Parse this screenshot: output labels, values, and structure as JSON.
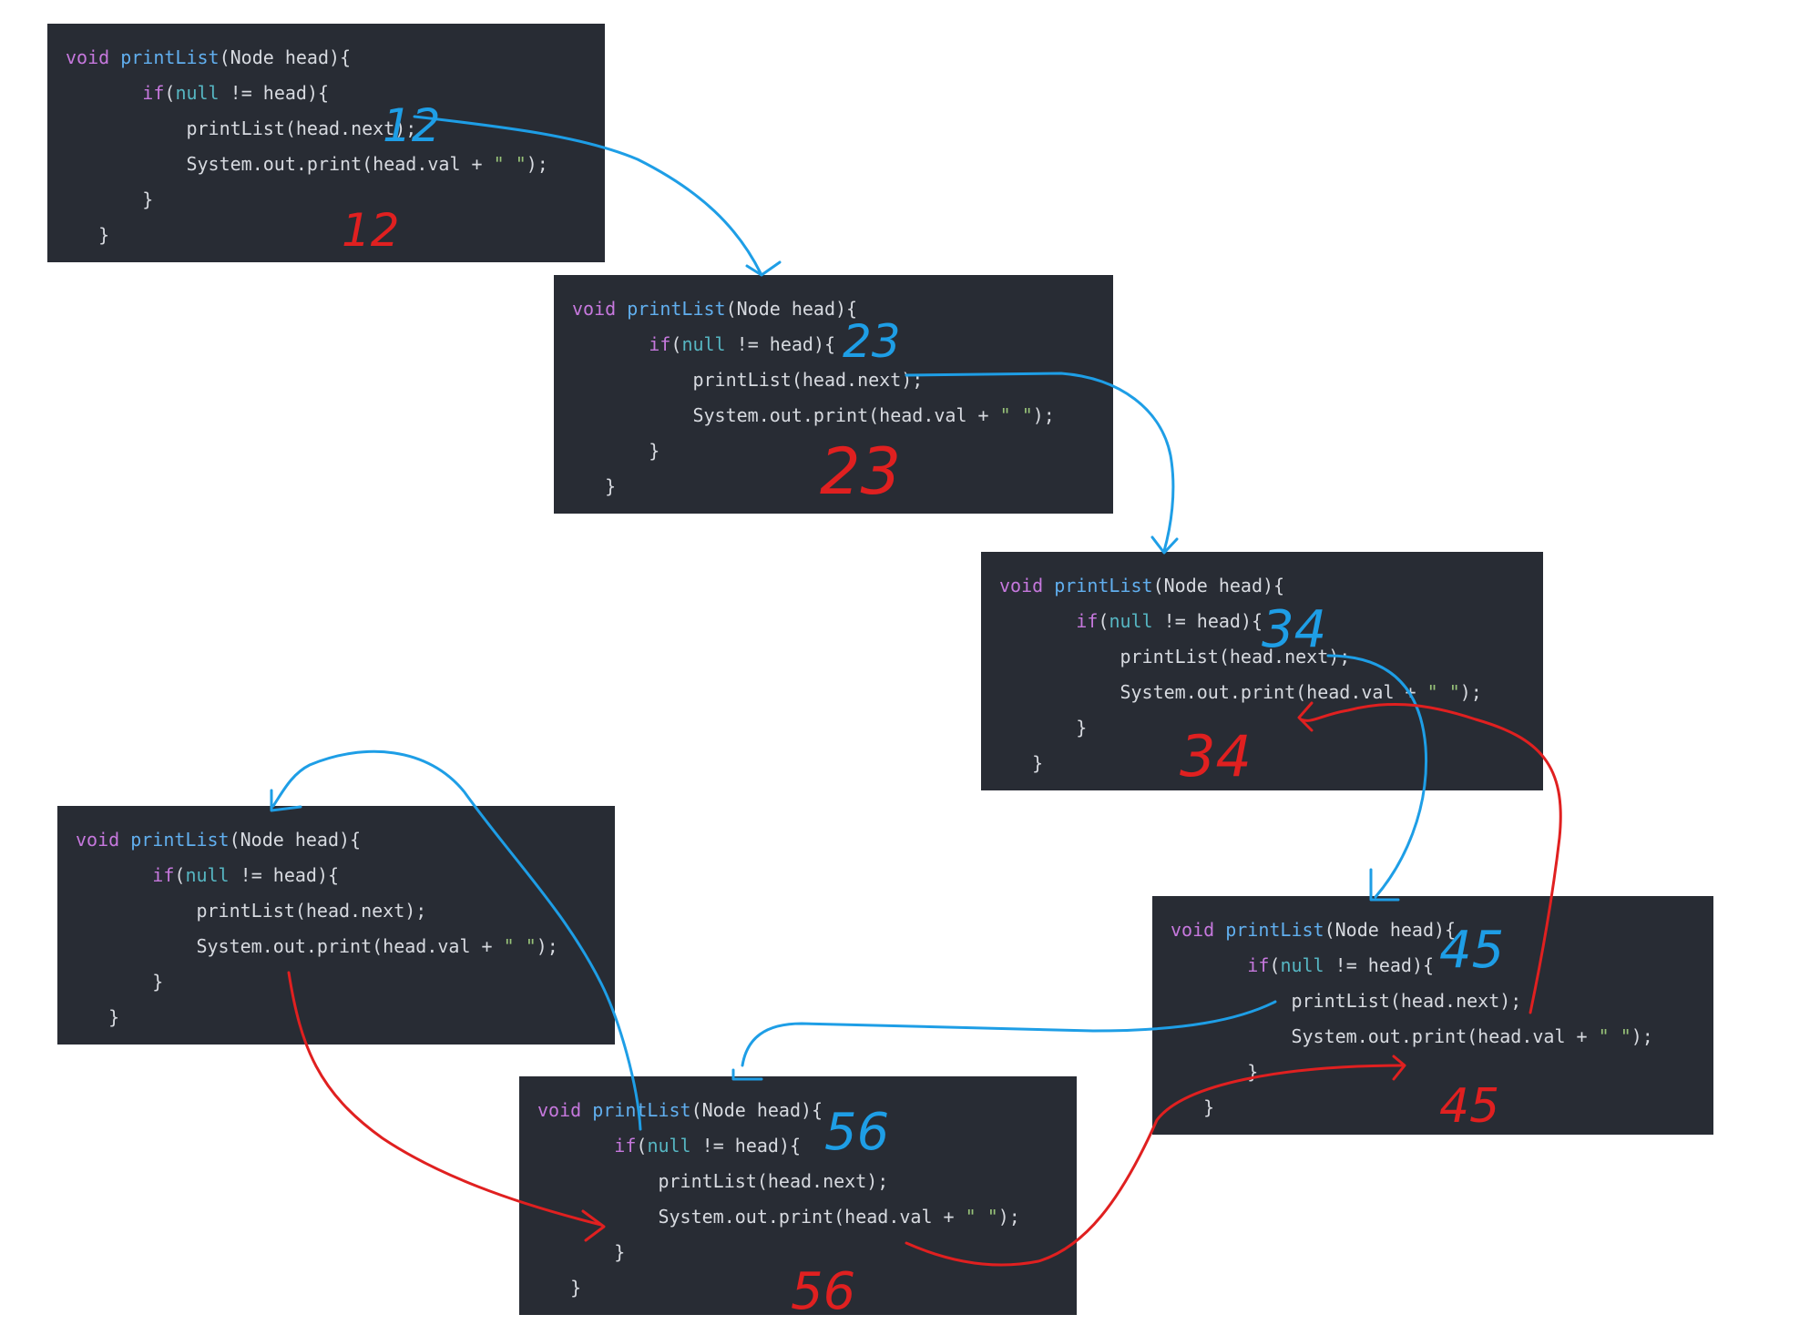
{
  "code": {
    "l1_void": "void ",
    "l1_fn": "printList",
    "l1_rest": "(Node head){",
    "l2_if": "if",
    "l2_p": "(",
    "l2_null": "null",
    "l2_rest": " != head){",
    "l3": "printList(head.next);",
    "l4_pre": "System.out.print(head.val + ",
    "l4_str": "\" \"",
    "l4_post": ");",
    "l5": "}",
    "l6": "}"
  },
  "annotations": {
    "p1_blue": "12",
    "p1_red": "12",
    "p2_blue": "23",
    "p2_red": "23",
    "p3_blue": "34",
    "p3_red": "34",
    "p5_blue": "45",
    "p5_red": "45",
    "p6_blue": "56",
    "p6_red": "56"
  },
  "colors": {
    "call_arrow": "#1e9ee6",
    "return_arrow": "#e02020",
    "panel_bg": "#282c34"
  }
}
